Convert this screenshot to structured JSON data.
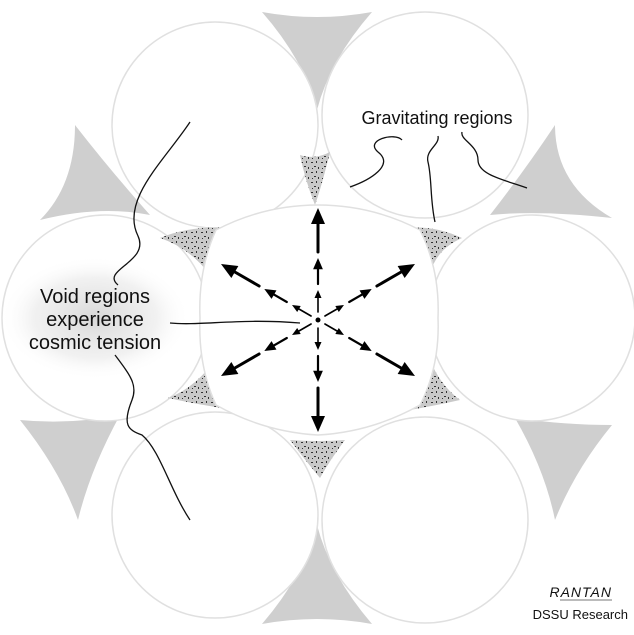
{
  "labels": {
    "gravitating": "Gravitating regions",
    "void_line1": "Void regions",
    "void_line2": "experience",
    "void_line3": "cosmic tension"
  },
  "logo": {
    "brand": "RANTAN",
    "caption": "DSSU Research"
  },
  "colors": {
    "gravitating_fill": "#cfcfcf",
    "void_fill": "#ffffff",
    "arrow": "#000000"
  },
  "icons": [
    "center-point-icon",
    "arrow-icon"
  ]
}
